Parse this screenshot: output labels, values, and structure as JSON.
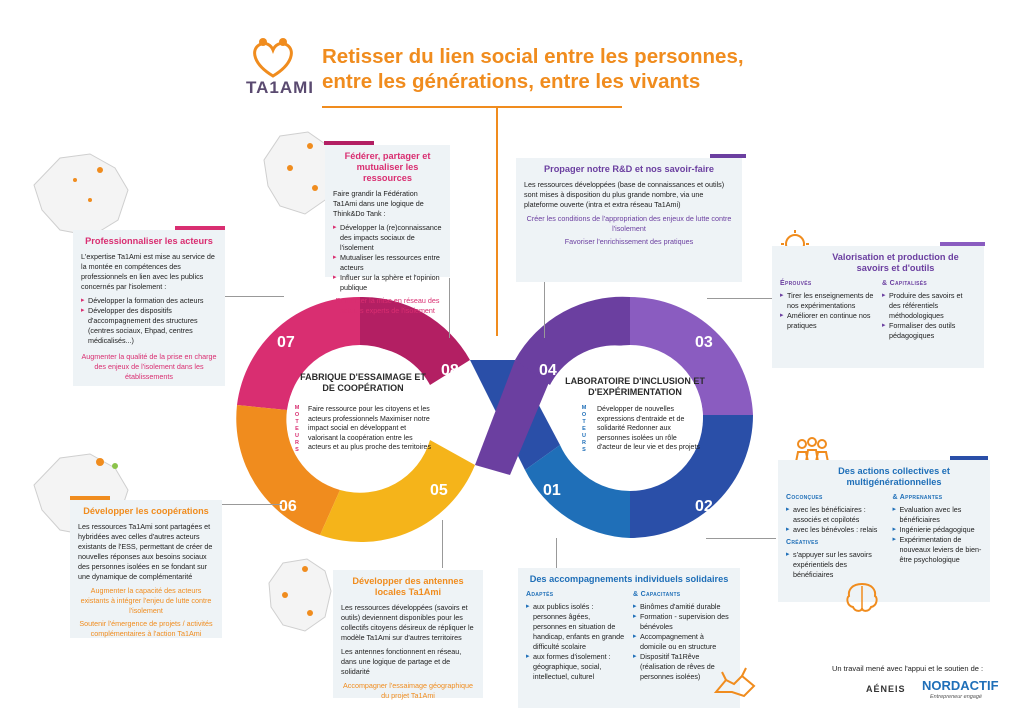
{
  "header": {
    "logo_text": "TA1AMI",
    "title_line1": "Retisser du lien social entre les personnes,",
    "title_line2": "entre les générations, entre les vivants"
  },
  "colors": {
    "orange": "#f08c1e",
    "pink": "#d92e71",
    "magenta": "#b31f63",
    "purple": "#6b3fa0",
    "violet": "#8a5cc0",
    "blue": "#1f6fb8",
    "dark_blue": "#2a4fa8",
    "yellow": "#f5b41a"
  },
  "loop": {
    "segments": [
      "01",
      "02",
      "03",
      "04",
      "05",
      "06",
      "07",
      "08"
    ],
    "left_title": "FABRIQUE D'ESSAIMAGE ET DE COOPÉRATION",
    "left_text": "Faire ressource pour les citoyens et les acteurs professionnels Maximiser notre impact social en développant et valorisant la coopération entre les acteurs et au plus proche des territoires",
    "right_title": "LABORATOIRE D'INCLUSION ET D'EXPÉRIMENTATION",
    "right_text": "Développer de nouvelles expressions d'entraide et de solidarité Redonner aux personnes isolées un rôle d'acteur de leur vie et des projets",
    "moteurs": "MOTEURS"
  },
  "box_professionnaliser": {
    "title": "Professionnaliser les acteurs",
    "intro": "L'expertise Ta1Ami est mise au service de la montée en compétences des professionnels en lien avec les publics concernés par l'isolement :",
    "bullets": [
      "Développer la formation des acteurs",
      "Développer des dispositifs d'accompagnement des structures (centres sociaux, Ehpad, centres médicalisés...)"
    ],
    "link": "Augmenter la qualité de la prise en charge des enjeux de l'isolement dans les établissements"
  },
  "box_federer": {
    "title": "Fédérer, partager et mutualiser les ressources",
    "intro": "Faire grandir la Fédération Ta1Ami dans une logique de Think&Do Tank :",
    "bullets": [
      "Développer la (re)connaissance des impacts sociaux de l'isolement",
      "Mutualiser les ressources entre acteurs",
      "Influer sur la sphère et l'opinion publique"
    ],
    "link": "Renforcer la mise en réseau des acteurs experts de l'isolement"
  },
  "box_propager": {
    "title": "Propager notre R&D et nos savoir-faire",
    "intro": "Les ressources développées (base de connaissances et outils) sont mises à disposition du plus grande nombre, via une plateforme ouverte (intra et extra réseau Ta1Ami)",
    "link1": "Créer les conditions de l'appropriation des enjeux de lutte contre l'isolement",
    "link2": "Favoriser l'enrichissement des pratiques"
  },
  "box_valorisation": {
    "title": "Valorisation et production de savoirs et d'outils",
    "col1_head": "Éprouvés",
    "col1": [
      "Tirer les enseignements de nos expérimentations",
      "Améliorer en continue nos pratiques"
    ],
    "col2_head": "& Capitalisés",
    "col2": [
      "Produire des savoirs et des référentiels méthodologiques",
      "Formaliser des outils pédagogiques"
    ]
  },
  "box_actions": {
    "title": "Des actions collectives et multigénérationnelles",
    "col1_head": "Coconçues",
    "col1_a": "avec les bénéficiaires : associés et copilotés",
    "col1_b": "avec les bénévoles : relais",
    "col1_head2": "Créatives",
    "col1_c": "s'appuyer sur les savoirs expérientiels des bénéficiaires",
    "col2_head": "& Apprenantes",
    "col2": [
      "Evaluation avec les bénéficiaires",
      "Ingénierie pédagogique",
      "Expérimentation de nouveaux leviers de bien-être psychologique"
    ]
  },
  "box_accompagnements": {
    "title": "Des accompagnements individuels solidaires",
    "col1_head": "Adaptés",
    "col1_a": "aux publics isolés : personnes âgées, personnes en situation de handicap, enfants en grande difficulté scolaire",
    "col1_b": "aux formes d'isolement : géographique, social, intellectuel, culturel",
    "col2_head": "& Capacitants",
    "col2": [
      "Binômes d'amitié durable",
      "Formation - supervision des bénévoles",
      "Accompagnement à domicile ou en structure",
      "Dispositif Ta1Rêve (réalisation de rêves de personnes isolées)"
    ]
  },
  "box_antennes": {
    "title": "Développer des antennes locales Ta1Ami",
    "intro": "Les ressources développées (savoirs et outils) deviennent disponibles pour les collectifs citoyens désireux de répliquer le modèle Ta1Ami sur d'autres territoires",
    "intro2": "Les antennes fonctionnent en réseau, dans une logique de partage et de solidarité",
    "link": "Accompagner l'essaimage géographique du projet Ta1Ami"
  },
  "box_cooperations": {
    "title": "Développer les coopérations",
    "intro": "Les ressources Ta1Ami sont partagées et hybridées avec celles d'autres acteurs existants de l'ESS, permettant de créer de nouvelles réponses aux besoins sociaux des personnes isolées en se fondant sur une dynamique de complémentarité",
    "link1": "Augmenter la capacité des acteurs existants à intégrer l'enjeu de lutte contre l'isolement",
    "link2": "Soutenir l'émergence de projets / activités complémentaires à l'action Ta1Ami"
  },
  "footer": {
    "credit": "Un travail mené avec l'appui et le soutien de :",
    "partner1": "AÉNEIS",
    "partner2": "NORDACTIF",
    "partner2_tag": "Entrepreneur engagé"
  },
  "icons": [
    "heart-logo-icon",
    "france-map-icon",
    "lightbulb-icon",
    "group-icon",
    "brain-icon",
    "handshake-icon"
  ]
}
